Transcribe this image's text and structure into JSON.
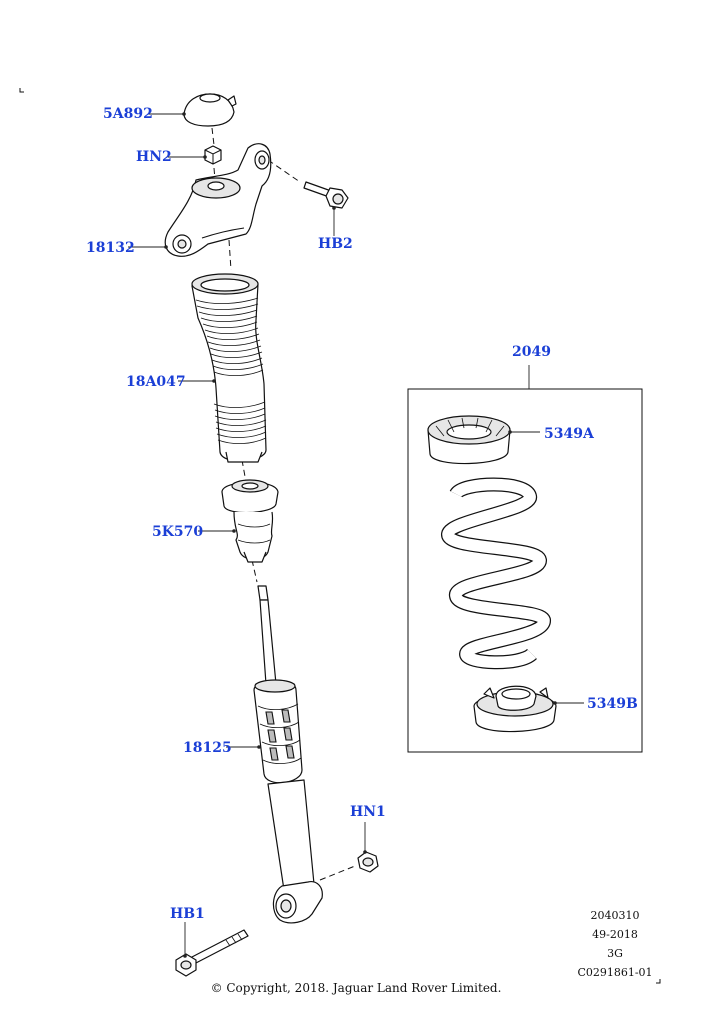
{
  "parts": [
    {
      "id": "5A892",
      "label": "5A892"
    },
    {
      "id": "HN2",
      "label": "HN2"
    },
    {
      "id": "18132",
      "label": "18132"
    },
    {
      "id": "HB2",
      "label": "HB2"
    },
    {
      "id": "18A047",
      "label": "18A047"
    },
    {
      "id": "5K570",
      "label": "5K570"
    },
    {
      "id": "18125",
      "label": "18125"
    },
    {
      "id": "HN1",
      "label": "HN1"
    },
    {
      "id": "HB1",
      "label": "HB1"
    },
    {
      "id": "2049",
      "label": "2049"
    },
    {
      "id": "5349A",
      "label": "5349A"
    },
    {
      "id": "5349B",
      "label": "5349B"
    }
  ],
  "reference": {
    "line1": "2040310",
    "line2": "49-2018",
    "line3": "3G",
    "line4": "C0291861-01"
  },
  "copyright": "© Copyright, 2018. Jaguar Land Rover Limited."
}
